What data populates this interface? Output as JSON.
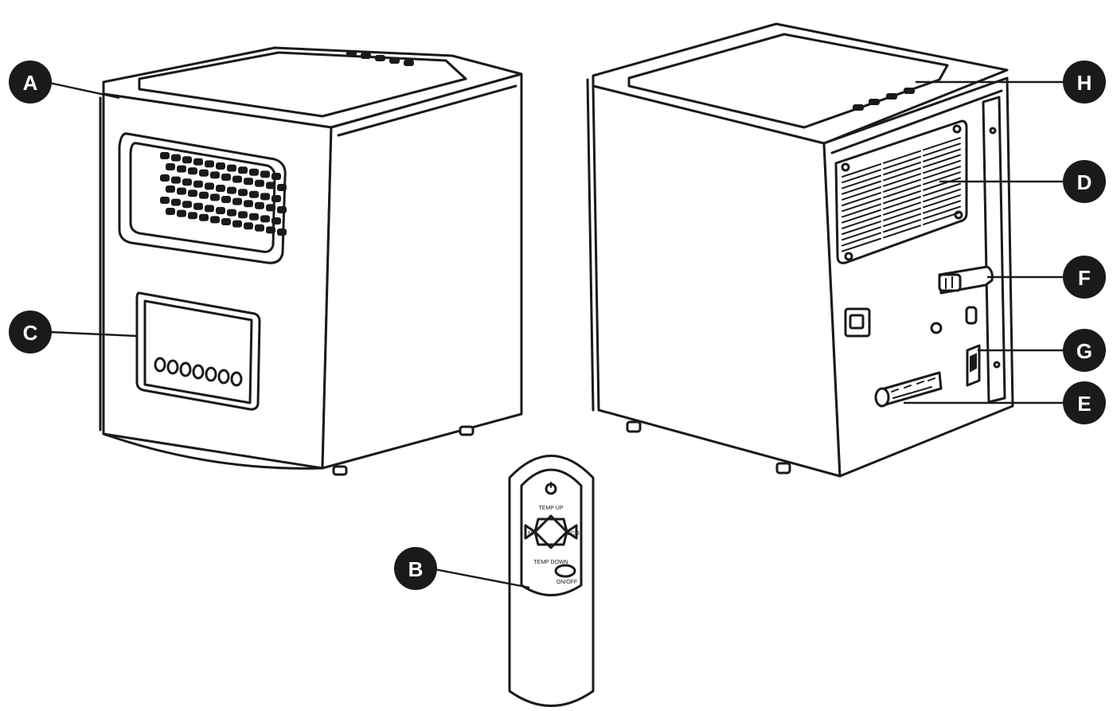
{
  "callouts": [
    {
      "id": "A",
      "letter": "A"
    },
    {
      "id": "B",
      "letter": "B"
    },
    {
      "id": "C",
      "letter": "C"
    },
    {
      "id": "D",
      "letter": "D"
    },
    {
      "id": "E",
      "letter": "E"
    },
    {
      "id": "F",
      "letter": "F"
    },
    {
      "id": "G",
      "letter": "G"
    },
    {
      "id": "H",
      "letter": "H"
    }
  ],
  "remote": {
    "temp_up_label": "TEMP UP",
    "temp_down_label": "TEMP DOWN",
    "on_off_label": "ON/OFF",
    "left_label": "M",
    "right_label": "ECO",
    "power_icon": "power-icon"
  }
}
